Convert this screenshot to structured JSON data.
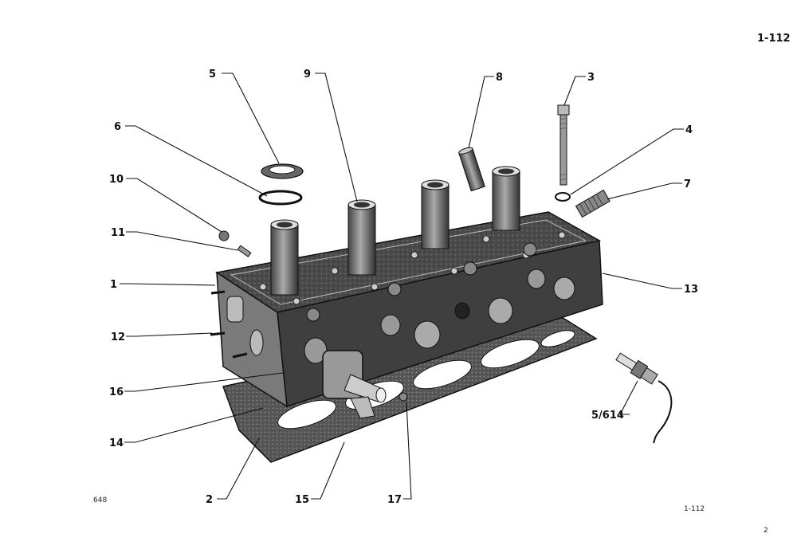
{
  "header": {
    "page_code": "1-112"
  },
  "footer": {
    "left_code": "648",
    "right_code": "1-112",
    "page_number": "2"
  },
  "callouts": [
    {
      "id": "c5",
      "text": "5"
    },
    {
      "id": "c9",
      "text": "9"
    },
    {
      "id": "c8",
      "text": "8"
    },
    {
      "id": "c3",
      "text": "3"
    },
    {
      "id": "c6",
      "text": "6"
    },
    {
      "id": "c4",
      "text": "4"
    },
    {
      "id": "c10",
      "text": "10"
    },
    {
      "id": "c7",
      "text": "7"
    },
    {
      "id": "c11",
      "text": "11"
    },
    {
      "id": "c1",
      "text": "1"
    },
    {
      "id": "c13",
      "text": "13"
    },
    {
      "id": "c12",
      "text": "12"
    },
    {
      "id": "c16",
      "text": "16"
    },
    {
      "id": "c5614",
      "text": "5/614"
    },
    {
      "id": "c14",
      "text": "14"
    },
    {
      "id": "c2",
      "text": "2"
    },
    {
      "id": "c15",
      "text": "15"
    },
    {
      "id": "c17",
      "text": "17"
    }
  ],
  "colors": {
    "ink": "#111111",
    "block_dark": "#3a3a3a",
    "block_mid": "#6a6a6a",
    "block_light": "#9a9a9a",
    "paper": "#ffffff"
  }
}
